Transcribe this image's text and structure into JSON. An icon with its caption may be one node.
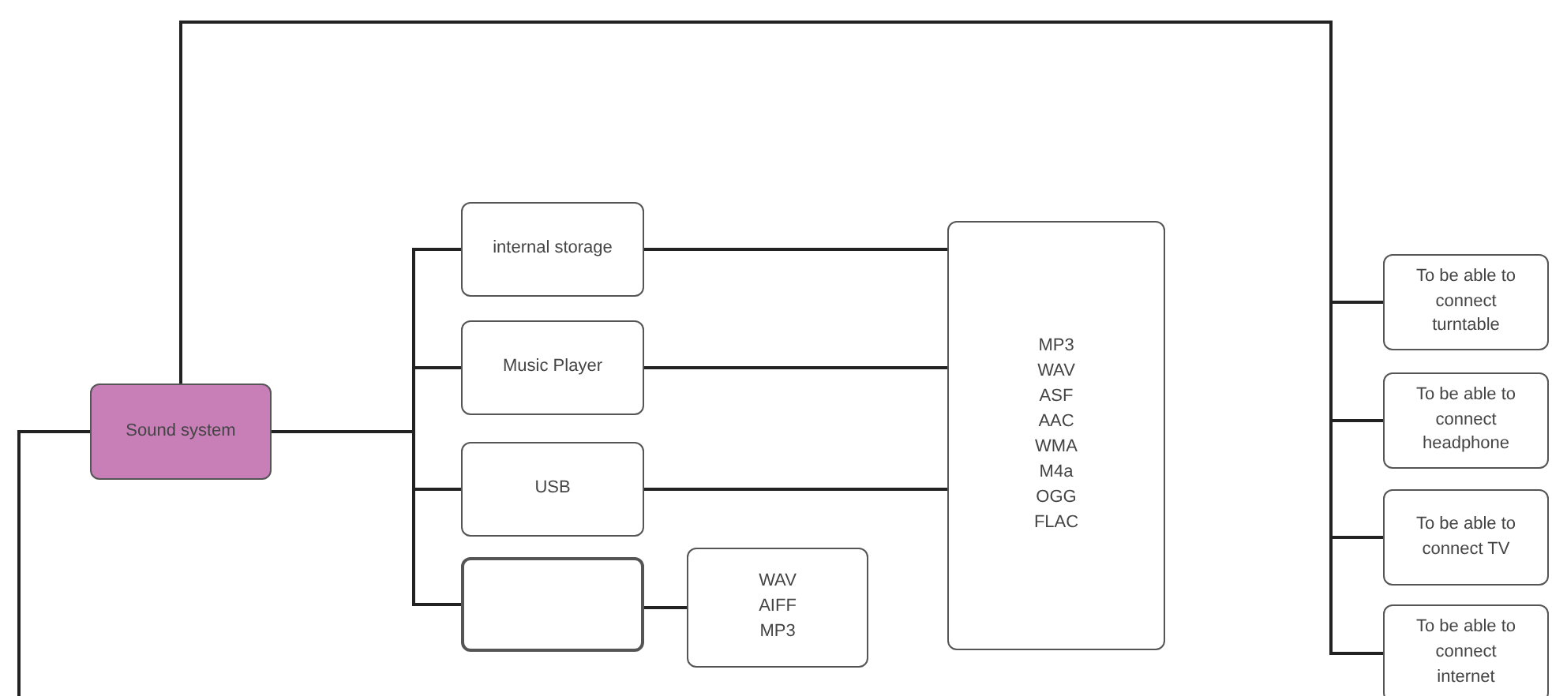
{
  "diagram": {
    "nodes": [
      {
        "text": [
          "Sound system"
        ]
      },
      {
        "text": [
          "internal storage"
        ]
      },
      {
        "text": [
          "Music Player"
        ]
      },
      {
        "text": [
          "USB"
        ]
      },
      {
        "text": [],
        "shape": "box"
      },
      {
        "text": [
          "WAV AIFF MP3"
        ]
      },
      {
        "text": [
          "MP3 WAV ASF AAC WMA M4a OGG FLAC"
        ]
      },
      {
        "text": [
          "To be able to connect turntable"
        ]
      },
      {
        "text": [
          "To be able to connect headphone"
        ]
      },
      {
        "text": [
          "To be able to connect TV"
        ]
      },
      {
        "text": [
          "To be able to connect internet"
        ]
      }
    ],
    "edges": [
      {
        "from": 0,
        "to": 1,
        "arrow": "none"
      },
      {
        "from": 0,
        "to": 2,
        "arrow": "none"
      },
      {
        "from": 0,
        "to": 3,
        "arrow": "none"
      },
      {
        "from": 0,
        "to": 4,
        "arrow": "none"
      },
      {
        "from": 1,
        "to": 6,
        "arrow": "none"
      },
      {
        "from": 2,
        "to": 6,
        "arrow": "none"
      },
      {
        "from": 3,
        "to": 6,
        "arrow": "none"
      },
      {
        "from": 4,
        "to": 5,
        "arrow": "none"
      },
      {
        "from": 0,
        "to": 7,
        "arrow": "none"
      },
      {
        "from": 0,
        "to": 8,
        "arrow": "none"
      },
      {
        "from": 0,
        "to": 9,
        "arrow": "none"
      },
      {
        "from": 0,
        "to": 10,
        "arrow": "none"
      },
      {
        "from": 0,
        "to": null,
        "arrow": "none"
      }
    ]
  }
}
